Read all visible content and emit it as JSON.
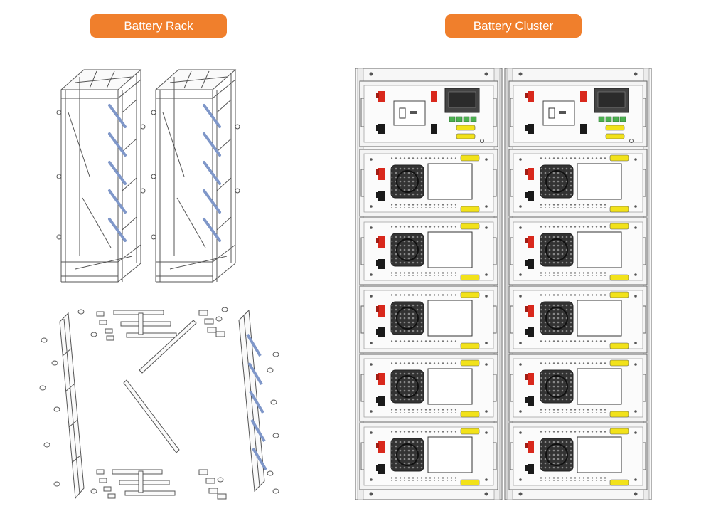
{
  "labels": {
    "rack": "Battery Rack",
    "cluster": "Battery Cluster"
  },
  "colors": {
    "pill": "#f07f2c",
    "terminal_positive": "#d9281c",
    "terminal_negative": "#1a1a1a",
    "handle_label": "#f2e21a",
    "connector": "#4caf50",
    "rail": "#9fb5dd",
    "line": "#555555"
  },
  "cluster": {
    "columns": 2,
    "modules_per_column": 5,
    "has_control_unit": true
  }
}
